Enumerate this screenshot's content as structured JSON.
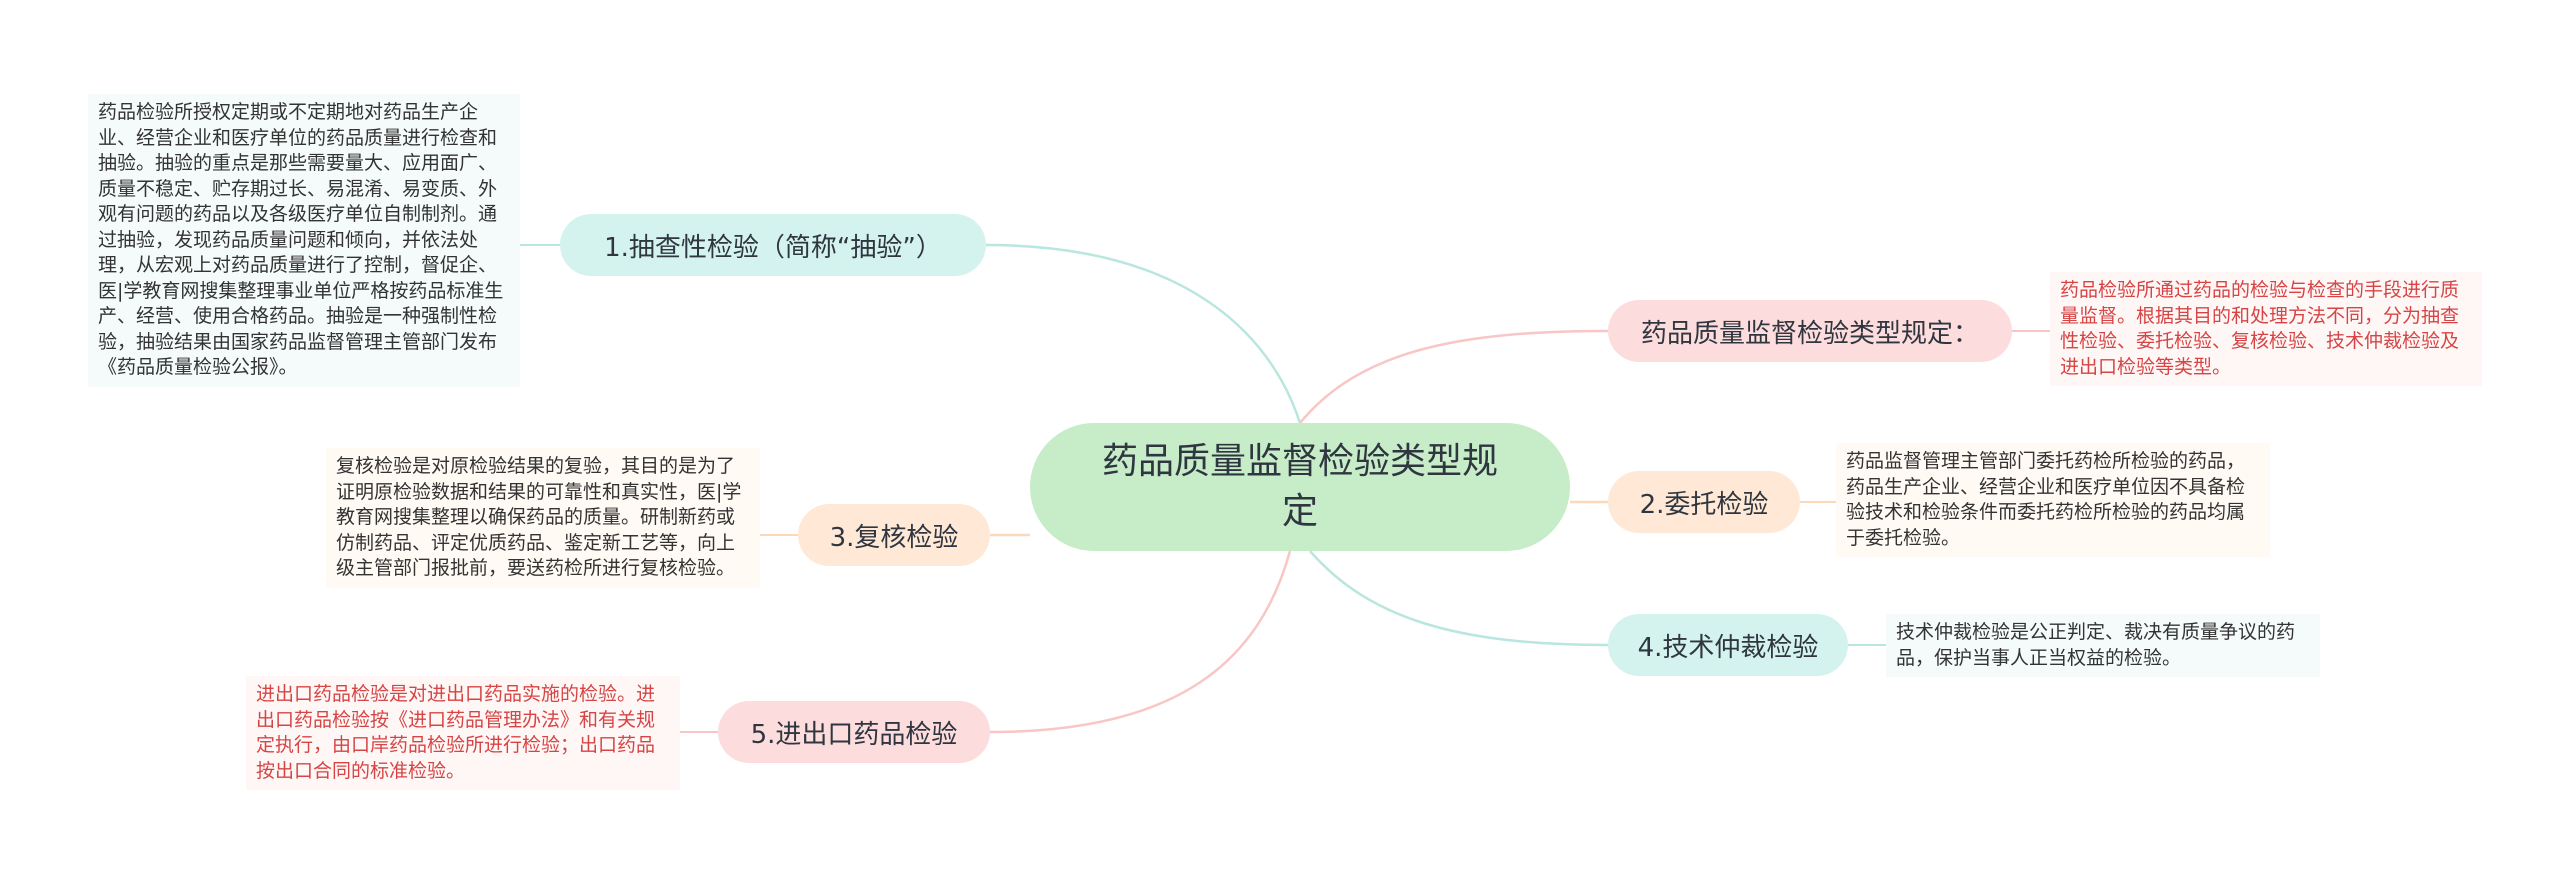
{
  "root": {
    "label": "药品质量监督检验类型规定"
  },
  "left_branches": [
    {
      "label": "1.抽查性检验（简称“抽验”）",
      "note": "药品检验所授权定期或不定期地对药品生产企业、经营企业和医疗单位的药品质量进行检查和抽验。抽验的重点是那些需要量大、应用面广、质量不稳定、贮存期过长、易混淆、易变质、外观有问题的药品以及各级医疗单位自制制剂。通过抽验，发现药品质量问题和倾向，并依法处理，从宏观上对药品质量进行了控制，督促企、医|学教育网搜集整理事业单位严格按药品标准生产、经营、使用合格药品。抽验是一种强制性检验，抽验结果由国家药品监督管理主管部门发布《药品质量检验公报》。"
    },
    {
      "label": "3.复核检验",
      "note": "复核检验是对原检验结果的复验，其目的是为了证明原检验数据和结果的可靠性和真实性，医|学教育网搜集整理以确保药品的质量。研制新药或仿制药品、评定优质药品、鉴定新工艺等，向上级主管部门报批前，要送药检所进行复核检验。"
    },
    {
      "label": "5.进出口药品检验",
      "note": "进出口药品检验是对进出口药品实施的检验。进出口药品检验按《进口药品管理办法》和有关规定执行，由口岸药品检验所进行检验；出口药品按出口合同的标准检验。"
    }
  ],
  "right_branches": [
    {
      "label": "药品质量监督检验类型规定：",
      "note": "药品检验所通过药品的检验与检查的手段进行质量监督。根据其目的和处理方法不同，分为抽查性检验、委托检验、复核检验、技术仲裁检验及进出口检验等类型。"
    },
    {
      "label": "2.委托检验",
      "note": "药品监督管理主管部门委托药检所检验的药品，药品生产企业、经营企业和医疗单位因不具备检验技术和检验条件而委托药检所检验的药品均属于委托检验。"
    },
    {
      "label": "4.技术仲裁检验",
      "note": "技术仲裁检验是公正判定、裁决有质量争议的药品，保护当事人正当权益的检验。"
    }
  ],
  "colors": {
    "root_fill": "#c6ecc8",
    "teal_fill": "#d4f3ee",
    "peach_fill": "#ffe9d6",
    "pink_fill": "#fcdcdc",
    "red_text": "#d64545",
    "teal_line": "#b9e6de",
    "peach_line": "#fbd9ba",
    "pink_line": "#f8c6c6"
  }
}
